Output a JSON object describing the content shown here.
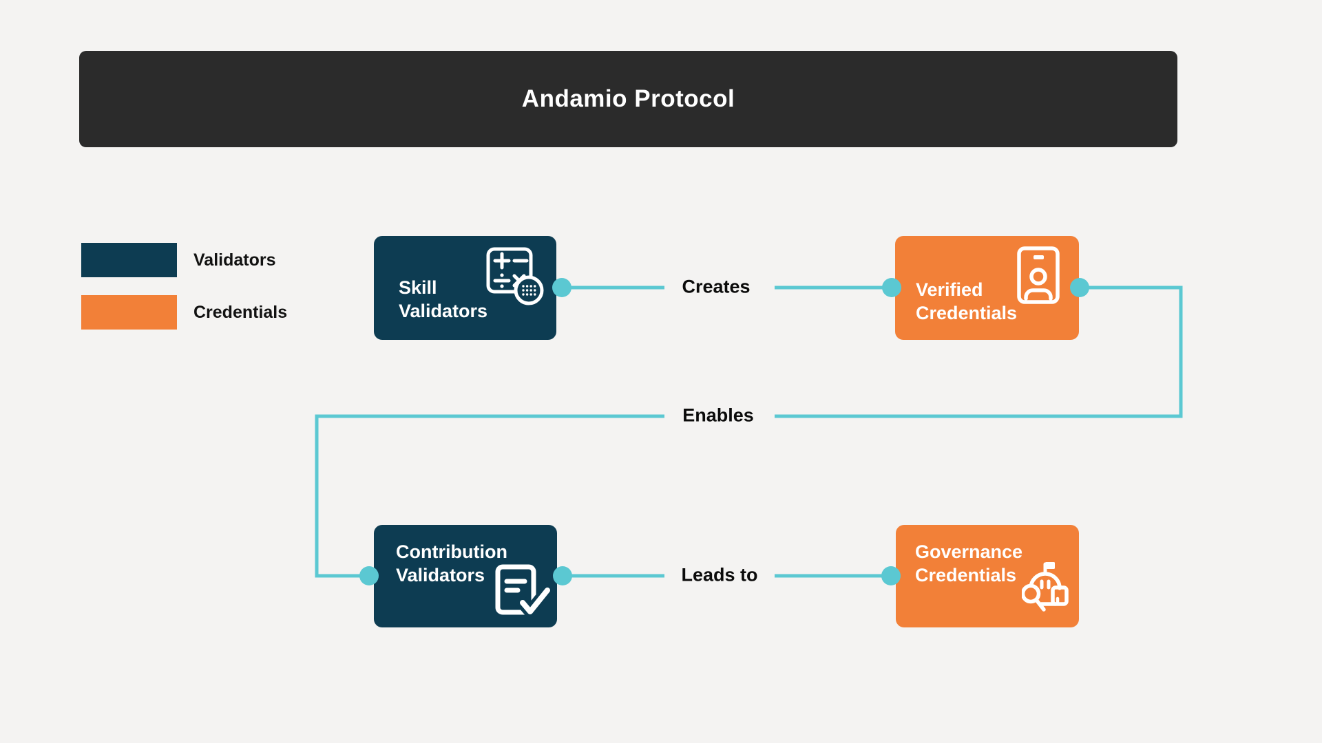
{
  "header": {
    "title": "Andamio Protocol"
  },
  "legend": {
    "items": [
      {
        "label": "Validators",
        "color": "#0d3c52"
      },
      {
        "label": "Credentials",
        "color": "#f28038"
      }
    ]
  },
  "diagram": {
    "connector_color": "#5bc8d2",
    "nodes": [
      {
        "id": "skill-validators",
        "label": "Skill Validators",
        "category": "validator",
        "color": "#0d3c52",
        "icon": "calculator-icon"
      },
      {
        "id": "verified-credentials",
        "label": "Verified Credentials",
        "category": "credential",
        "color": "#f28038",
        "icon": "id-badge-icon"
      },
      {
        "id": "contribution-validators",
        "label": "Contribution Validators",
        "category": "validator",
        "color": "#0d3c52",
        "icon": "document-check-icon"
      },
      {
        "id": "governance-credentials",
        "label": "Governance Credentials",
        "category": "credential",
        "color": "#f28038",
        "icon": "governance-magnifier-icon"
      }
    ],
    "edges": [
      {
        "label": "Creates",
        "from": "skill-validators",
        "to": "verified-credentials"
      },
      {
        "label": "Enables",
        "from": "verified-credentials",
        "to": "contribution-validators"
      },
      {
        "label": "Leads to",
        "from": "contribution-validators",
        "to": "governance-credentials"
      }
    ]
  },
  "colors": {
    "background": "#f4f3f2",
    "header_bg": "#2b2b2b",
    "navy": "#0d3c52",
    "orange": "#f28038",
    "teal": "#5bc8d2",
    "label_text": "#0b0b0b"
  }
}
